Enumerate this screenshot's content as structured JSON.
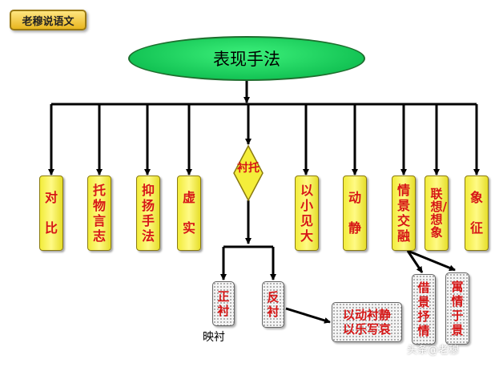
{
  "header_tag": "老穆说语文",
  "root": "表现手法",
  "branches": [
    {
      "id": "duibi",
      "label": "对比"
    },
    {
      "id": "tuowu",
      "label": "托物言志"
    },
    {
      "id": "yiyang",
      "label": "抑扬手法"
    },
    {
      "id": "xushi",
      "label": "虚实"
    },
    {
      "id": "chentuo",
      "label": "衬托"
    },
    {
      "id": "yixiao",
      "label": "以小见大"
    },
    {
      "id": "dongjing",
      "label": "动静"
    },
    {
      "id": "qingjing",
      "label": "情景交融"
    },
    {
      "id": "lianxiang",
      "label": "联想/想象"
    },
    {
      "id": "xiangzheng",
      "label": "象征"
    }
  ],
  "chentuo_children": {
    "zheng": "正衬",
    "zheng_note": "映衬",
    "fan": "反衬",
    "fan_example_line1": "以动衬静",
    "fan_example_line2": "以乐写哀"
  },
  "qingjing_children": [
    "借景抒情",
    "寓情于景"
  ],
  "watermark": "头条@老穆"
}
